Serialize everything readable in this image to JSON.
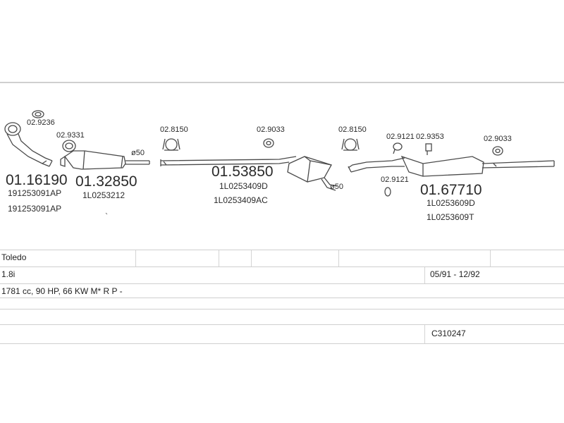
{
  "parts": {
    "gasket_a": "02.9236",
    "gasket_b": "02.9331",
    "front_pipe": {
      "number": "01.16190",
      "refs": [
        "191253091AP",
        "191253091AP"
      ]
    },
    "catalyst": {
      "number": "01.32850",
      "refs": [
        "1L0253212"
      ]
    },
    "diameter_a": "ø50",
    "clamp_a": "02.8150",
    "hanger_a": "02.9033",
    "middle_silencer": {
      "number": "01.53850",
      "refs": [
        "1L0253409D",
        "1L0253409AC"
      ]
    },
    "diameter_b": "ø50",
    "clamp_b": "02.8150",
    "hanger_b": "02.9121",
    "hanger_c": "02.9353",
    "hanger_d": "02.9121",
    "hanger_e": "02.9033",
    "rear_silencer": {
      "number": "01.67710",
      "refs": [
        "1L0253609D",
        "1L0253609T"
      ]
    }
  },
  "info": {
    "model": "Toledo",
    "engine": "1.8i",
    "years": "05/91 - 12/92",
    "spec": "1781 cc, 90 HP, 66 KW M* R P -",
    "code": "C310247"
  }
}
